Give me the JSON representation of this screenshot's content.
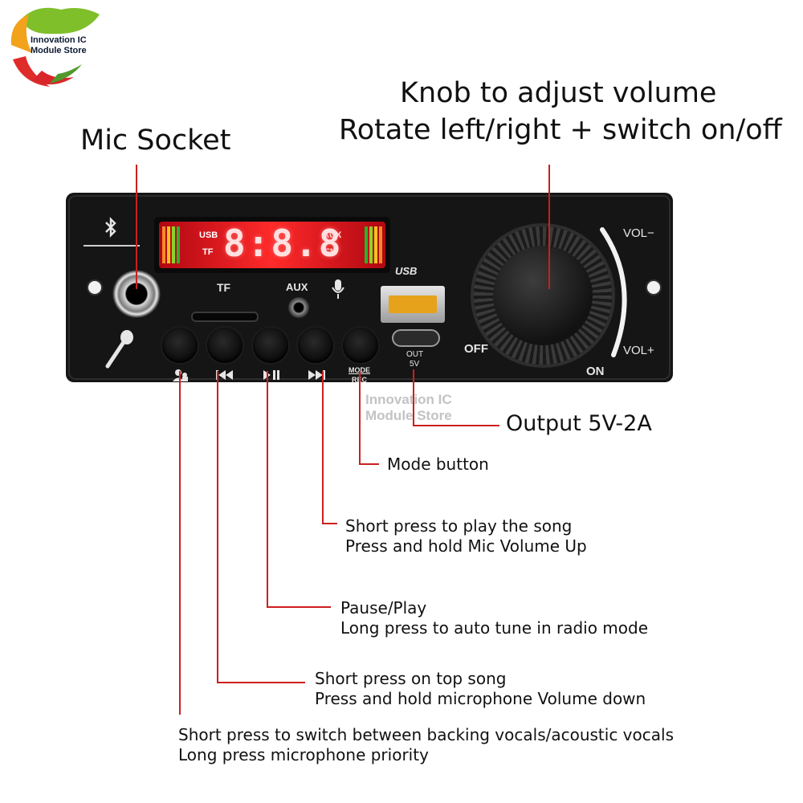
{
  "logo": {
    "line1": "Innovation IC",
    "line2": "Module Store"
  },
  "watermark": {
    "line1": "Innovation IC",
    "line2": "Module Store"
  },
  "title": {
    "knob_line1": "Knob to adjust volume",
    "knob_line2": "Rotate left/right + switch on/off",
    "mic": "Mic Socket"
  },
  "panel": {
    "lcd_usb": "USB",
    "lcd_tf": "TF",
    "lcd_aux": "AUX",
    "lcd_fm": "FM",
    "lcd_digits": "8:8.8",
    "tf": "TF",
    "aux": "AUX",
    "usb_logo": "USB",
    "mode": "MODE",
    "rec": "REC",
    "out": "OUT",
    "out_v": "5V",
    "off": "OFF",
    "on": "ON",
    "vol_minus": "VOL−",
    "vol_plus": "VOL+"
  },
  "annotations": {
    "output": "Output 5V-2A",
    "mode": "Mode button",
    "next_l1": "Short press to play the song",
    "next_l2": "Press and hold Mic Volume Up",
    "pause_l1": "Pause/Play",
    "pause_l2": "Long press to auto tune in radio mode",
    "prev_l1": "Short press on top song",
    "prev_l2": "Press and hold microphone Volume down",
    "vocal_l1": "Short press to switch between backing vocals/acoustic vocals",
    "vocal_l2": "Long press microphone priority"
  },
  "colors": {
    "callout": "#cc1f1f",
    "panel": "#151515",
    "lcd": "#e8101a",
    "text": "#111111"
  }
}
